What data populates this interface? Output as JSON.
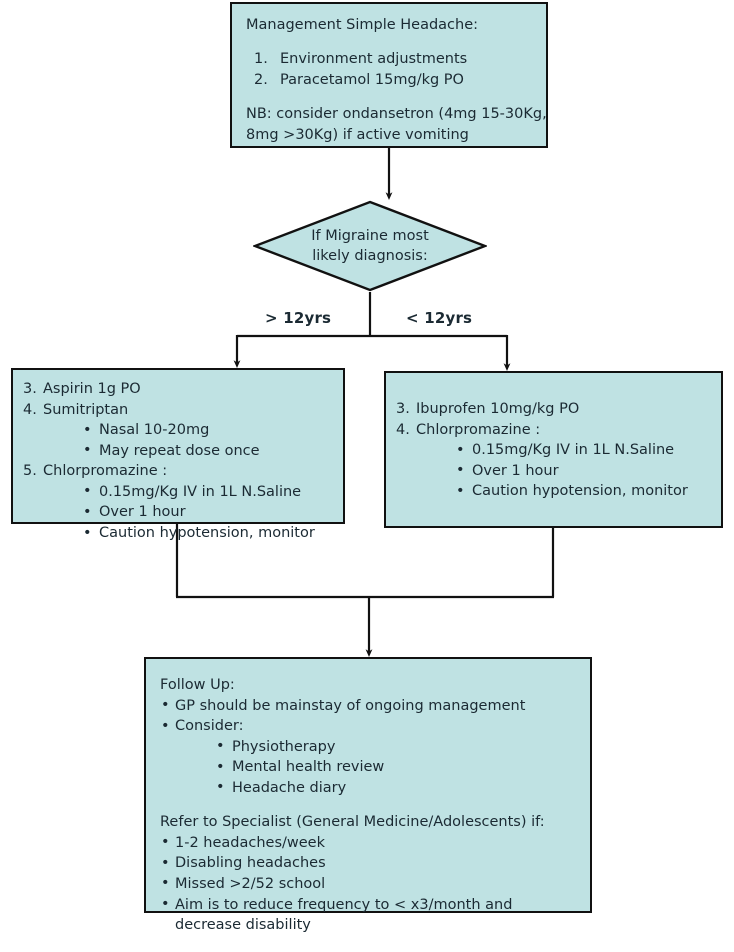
{
  "diagram": {
    "title": "Headache Management Flowchart",
    "colors": {
      "node_fill": "#bfe2e3",
      "node_border": "#111111",
      "text": "#1b2a33",
      "connector": "#111111",
      "background": "#ffffff"
    }
  },
  "nodes": {
    "simple_headache": {
      "heading": "Management Simple Headache:",
      "steps": [
        {
          "num": "1.",
          "text": "Environment adjustments"
        },
        {
          "num": "2.",
          "text": "Paracetamol 15mg/kg PO"
        }
      ],
      "note_line1": "NB: consider ondansetron (4mg 15-30Kg,",
      "note_line2": "8mg  >30Kg) if active vomiting"
    },
    "migraine_decision": {
      "line1": "If Migraine most",
      "line2": "likely diagnosis:"
    },
    "branch_labels": {
      "left": "> 12yrs",
      "right": "< 12yrs"
    },
    "over_12": {
      "item3": {
        "num": "3.",
        "text": "Aspirin 1g PO"
      },
      "item4": {
        "num": "4.",
        "text": "Sumitriptan"
      },
      "item4_bullets": [
        "Nasal 10-20mg",
        "May repeat dose once"
      ],
      "item5": {
        "num": "5.",
        "text": "Chlorpromazine :"
      },
      "item5_bullets": [
        "0.15mg/Kg IV in 1L N.Saline",
        "Over 1 hour",
        "Caution hypotension, monitor"
      ]
    },
    "under_12": {
      "item3": {
        "num": "3.",
        "text": "Ibuprofen 10mg/kg PO"
      },
      "item4": {
        "num": "4.",
        "text": "Chlorpromazine :"
      },
      "item4_bullets": [
        "0.15mg/Kg IV in 1L N.Saline",
        "Over 1 hour",
        "Caution hypotension, monitor"
      ]
    },
    "follow_up": {
      "heading": "Follow Up:",
      "bullets": [
        "GP should be mainstay of ongoing management",
        "Consider:"
      ],
      "consider_sub_bullets": [
        "Physiotherapy",
        "Mental health review",
        "Headache diary"
      ],
      "referral_heading": "Refer to Specialist (General Medicine/Adolescents) if:",
      "referral_bullets": [
        "1-2 headaches/week",
        "Disabling headaches",
        "Missed >2/52 school",
        "Aim is to reduce frequency to < x3/month and decrease disability"
      ]
    }
  }
}
